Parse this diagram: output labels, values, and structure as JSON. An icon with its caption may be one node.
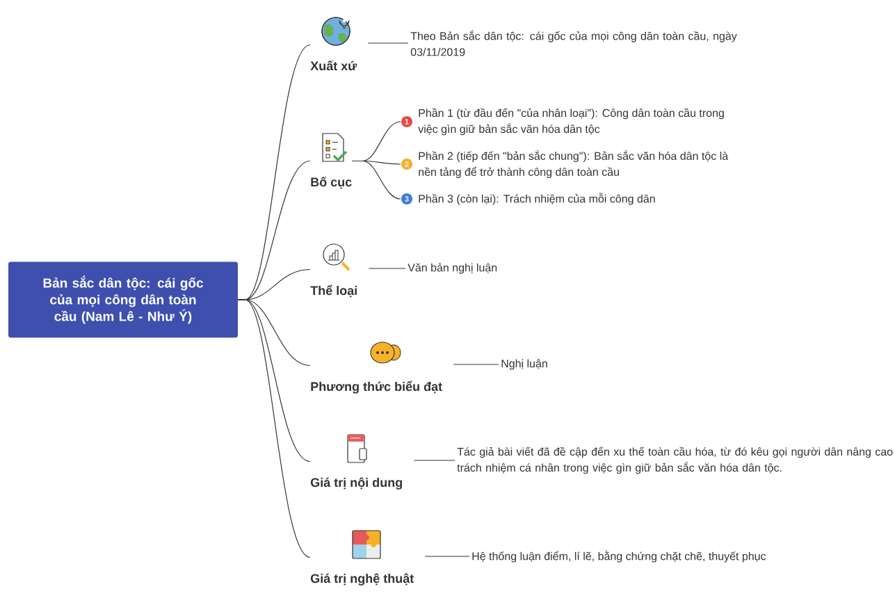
{
  "diagram": {
    "nodes": [
      {
        "text": [
          "Bản sắc dân tộc: cái gốc của mọi công dân toàn cầu (Nam Lê - Như Ý)"
        ]
      },
      {
        "text": [
          "Xuất xứ"
        ]
      },
      {
        "text": [
          "Theo Bản sắc dân tộc: cái gốc của mọi công dân toàn cầu, ngày 03/11/2019"
        ]
      },
      {
        "text": [
          "Bố cục"
        ]
      },
      {
        "text": [
          "Phần 1 (từ đầu đến \"của nhân loại\"): Công dân toàn cầu trong việc gìn giữ bản sắc văn hóa dân tộc"
        ],
        "beside": [
          "1"
        ]
      },
      {
        "text": [
          "Phần 2 (tiếp đến \"bản sắc chung\"): Bản sắc văn hóa dân tộc là nền tảng để trở thành công dân toàn cầu"
        ],
        "beside": [
          "2"
        ]
      },
      {
        "text": [
          "Phần 3 (còn lại): Trách nhiệm của mỗi công dân"
        ],
        "beside": [
          "3"
        ]
      },
      {
        "text": [
          "Thể loại"
        ]
      },
      {
        "text": [
          "Văn bản nghị luận"
        ]
      },
      {
        "text": [
          "Phương thức biểu đạt"
        ]
      },
      {
        "text": [
          "Nghị luận"
        ]
      },
      {
        "text": [
          "Giá trị nội dung"
        ]
      },
      {
        "text": [
          "Tác giả bài viết đã đề cập đến xu thế toàn cầu hóa, từ đó kêu gọi người dân nâng cao trách nhiệm cá nhân trong việc gìn giữ bản sắc văn hóa dân tộc."
        ]
      },
      {
        "text": [
          "Giá trị nghệ thuật"
        ]
      },
      {
        "text": [
          "Hệ thống luận điểm, lí lẽ, bằng chứng chặt chẽ, thuyết phục"
        ]
      }
    ],
    "edges": [
      {
        "from": 0,
        "to": 1,
        "arrow": "none"
      },
      {
        "from": 1,
        "to": 2,
        "arrow": "none"
      },
      {
        "from": 0,
        "to": 3,
        "arrow": "none"
      },
      {
        "from": 3,
        "to": 4,
        "arrow": "none"
      },
      {
        "from": 3,
        "to": 5,
        "arrow": "none"
      },
      {
        "from": 3,
        "to": 6,
        "arrow": "none"
      },
      {
        "from": 0,
        "to": 7,
        "arrow": "none"
      },
      {
        "from": 7,
        "to": 8,
        "arrow": "none"
      },
      {
        "from": 0,
        "to": 9,
        "arrow": "none"
      },
      {
        "from": 9,
        "to": 10,
        "arrow": "none"
      },
      {
        "from": 0,
        "to": 11,
        "arrow": "none"
      },
      {
        "from": 11,
        "to": 12,
        "arrow": "none"
      },
      {
        "from": 0,
        "to": 13,
        "arrow": "none"
      },
      {
        "from": 13,
        "to": 14,
        "arrow": "none"
      }
    ]
  }
}
